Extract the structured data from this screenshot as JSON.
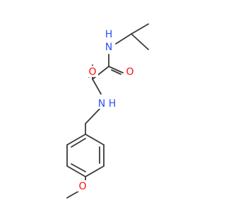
{
  "molecule": {
    "atoms": {
      "nh_top": "N",
      "h_top": "H",
      "o_left": "O",
      "o_right": "O",
      "nh_mid": "N",
      "h_mid": "H",
      "o_methoxy": "O"
    },
    "colors": {
      "bond": "#3a3a3a",
      "nitrogen": "#3050f8",
      "oxygen": "#ff0d0d"
    }
  }
}
